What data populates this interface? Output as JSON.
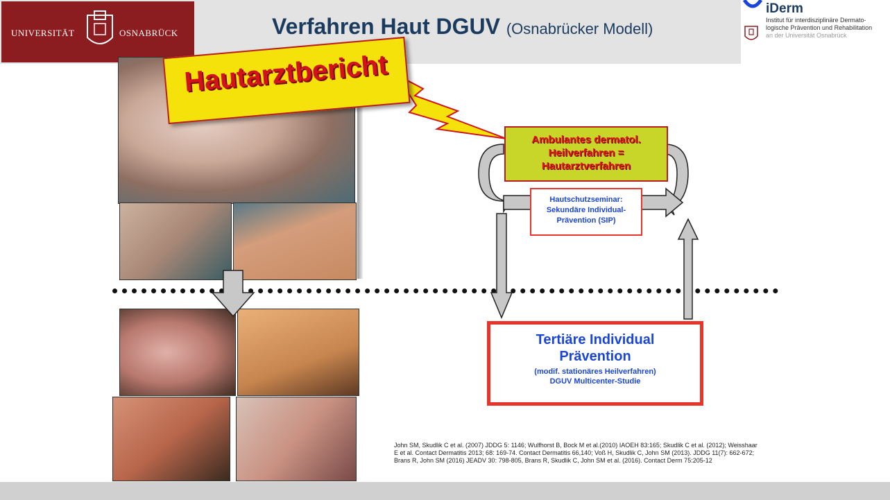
{
  "header": {
    "university_left": "UNIVERSITÄT",
    "university_right": "OSNABRÜCK",
    "title_main": "Verfahren Haut DGUV",
    "title_sub": "(Osnabrücker Modell)",
    "iderm_brand": "iDerm",
    "iderm_line1": "Institut für interdisziplinäre Dermato-",
    "iderm_line2": "logische Prävention und Rehabilitation",
    "iderm_line3": "an der Universität Osnabrück"
  },
  "badge": {
    "text": "Hautarztbericht"
  },
  "boxes": {
    "ambulant": [
      "Ambulantes dermatol.",
      "Heilverfahren =",
      "Hautarztverfahren"
    ],
    "sip": [
      "Hautschutzseminar:",
      "Sekundäre Individual-",
      "Prävention (SIP)"
    ],
    "tertiary": {
      "line1": "Tertiäre Individual",
      "line2": "Prävention",
      "line3": "(modif. stationäres Heilverfahren)",
      "line4": "DGUV Multicenter-Studie"
    }
  },
  "references": "John SM, Skudlik C et al. (2007) JDDG 5: 1146; Wulfhorst B, Bock M et al.(2010) IAOEH 83:165; Skudlik C et al. (2012); Weisshaar E et al. Contact Dermatitis 2013; 68: 169-74.  Contact Dermatitis 66,140;   Voß H, Skudlik C, John SM (2013). JDDG 11(7): 662-672; Brans R, John SM (2016) JEADV 30: 798-805, Brans R, Skudlik C, John SM et al. (2016). Contact Derm 75:205-12",
  "colors": {
    "uni_red": "#8b1c1f",
    "title_blue": "#1a3b5e",
    "badge_yellow": "#f5e20a",
    "alert_red": "#e8352b",
    "text_blue": "#1a45d9",
    "ambulant_green": "#c8d62a"
  }
}
